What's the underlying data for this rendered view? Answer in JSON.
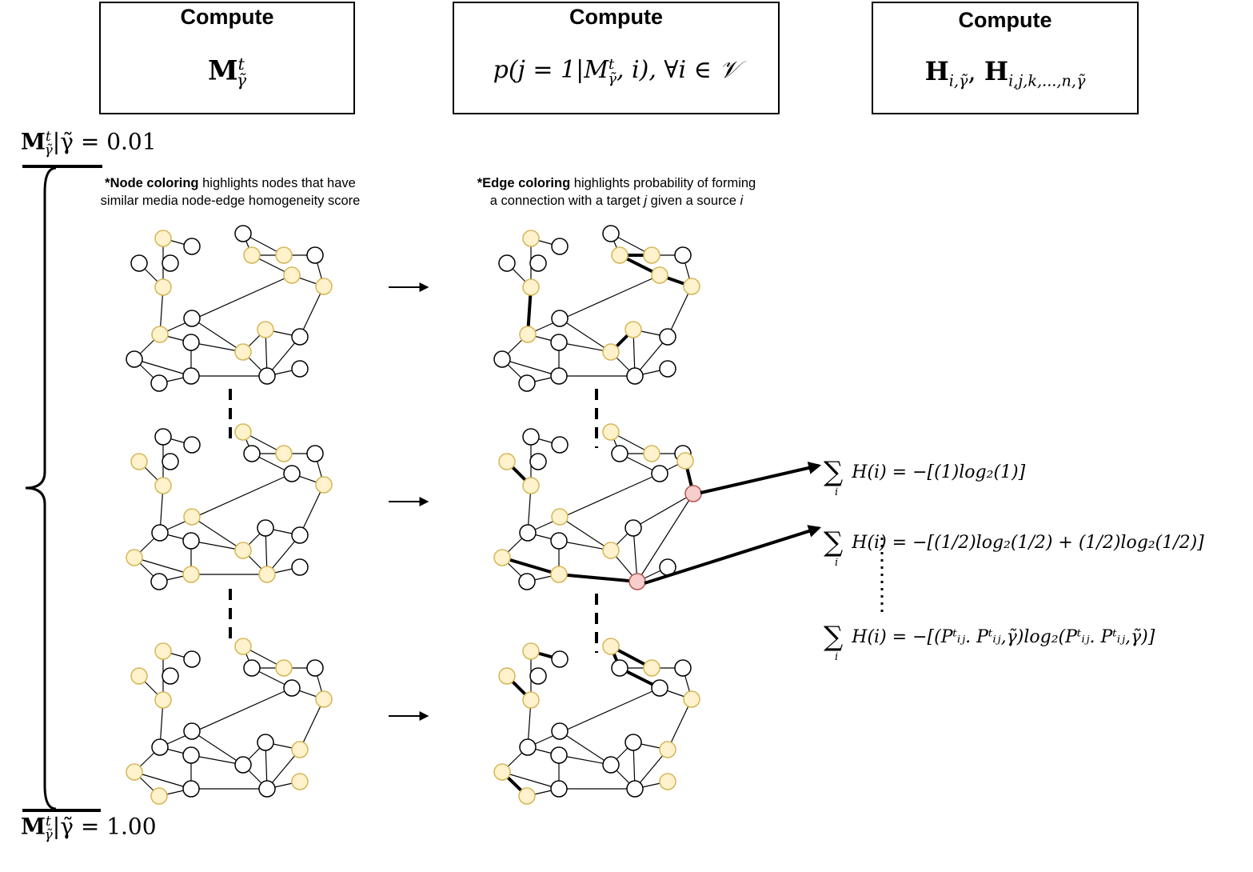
{
  "boxes": {
    "left": {
      "title": "Compute",
      "formula": "M",
      "formula_sup": "t",
      "formula_sub": "γ̃"
    },
    "middle": {
      "title": "Compute",
      "formula_pre": "p(j = 1|M",
      "formula_sup": "t",
      "formula_sub": "γ̃",
      "formula_post": ", i), ∀i ∈ 𝒱"
    },
    "right": {
      "title": "Compute",
      "formula_h1": "H",
      "formula_h1_sub": "i,γ̃",
      "formula_sep": ", ",
      "formula_h2": "H",
      "formula_h2_sub": "i,j,k,...,n,γ̃"
    }
  },
  "range": {
    "top_label_pre": "M",
    "top_label_sup": "t",
    "top_label_sub": "γ̃",
    "top_label_post": "|γ̃ = 0.01",
    "bottom_label_pre": "M",
    "bottom_label_sup": "t",
    "bottom_label_sub": "γ̃",
    "bottom_label_post": "|γ̃ = 1.00"
  },
  "notes": {
    "node_bold": "*Node coloring",
    "node_rest1": " highlights nodes that have",
    "node_line2": "similar media node-edge homogeneity score",
    "edge_bold": "*Edge coloring",
    "edge_rest1": " highlights probability of forming",
    "edge_line2a": "a connection with a target ",
    "edge_line2_j": "j",
    "edge_line2b": " given a source ",
    "edge_line2_i": "i"
  },
  "equations": {
    "eq1": "H(i) = −[(1)log₂(1)]",
    "eq2": "H(i) = −[(1/2)log₂(1/2) + (1/2)log₂(1/2)]",
    "eq3": "H(i) = −[(Pᵗᵢⱼ. Pᵗᵢⱼ,γ̃)log₂(Pᵗᵢⱼ. Pᵗᵢⱼ,γ̃)]",
    "sum_symbol": "∑",
    "sum_index": "i"
  },
  "colors": {
    "highlight_fill": "#fff2cc",
    "highlight_stroke": "#d6b656",
    "source_fill": "#f8cecc",
    "source_stroke": "#b85450",
    "plain_fill": "#ffffff",
    "stroke": "#000000"
  }
}
